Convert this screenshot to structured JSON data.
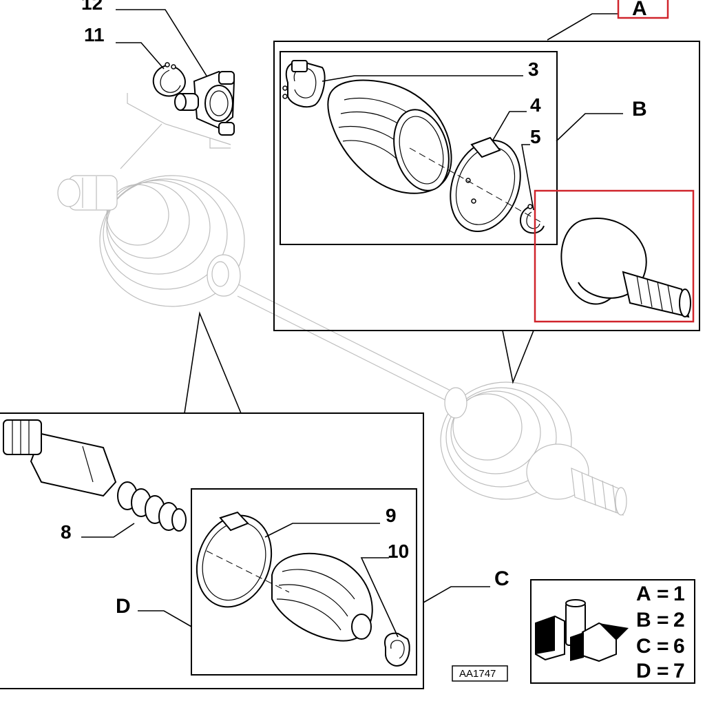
{
  "diagram": {
    "ref_code": "AA1747",
    "part_labels": {
      "p3": "3",
      "p4": "4",
      "p5": "5",
      "p8": "8",
      "p9": "9",
      "p10": "10",
      "p11": "11",
      "p12": "12"
    },
    "group_labels": {
      "A": "A",
      "B": "B",
      "C": "C",
      "D": "D"
    },
    "legend": [
      {
        "letter": "A",
        "eq": "=",
        "qty": "1"
      },
      {
        "letter": "B",
        "eq": "=",
        "qty": "2"
      },
      {
        "letter": "C",
        "eq": "=",
        "qty": "6"
      },
      {
        "letter": "D",
        "eq": "=",
        "qty": "7"
      }
    ],
    "colors": {
      "highlight": "#d0242b",
      "ghost": "#bdbdbd",
      "ink": "#000000"
    }
  }
}
